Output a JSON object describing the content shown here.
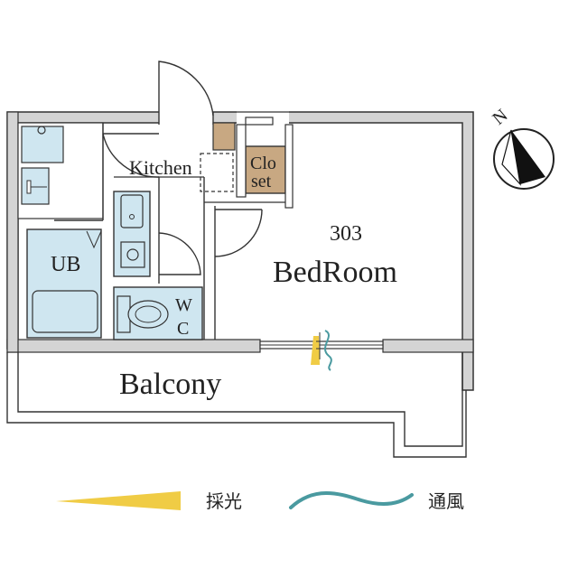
{
  "labels": {
    "kitchen": "Kitchen",
    "closet_line1": "Clo",
    "closet_line2": "set",
    "room_number": "303",
    "bedroom": "BedRoom",
    "ub": "UB",
    "wc_line1": "W",
    "wc_line2": "C",
    "balcony": "Balcony",
    "north": "N"
  },
  "legend": {
    "daylight": "採光",
    "ventilation": "通風"
  },
  "colors": {
    "wall": "#d4d4d4",
    "wall_stroke": "#333333",
    "fixture_fill": "#cfe6f0",
    "closet_fill": "#c8a882",
    "daylight": "#f0cc45",
    "ventilation": "#4a9aa0"
  },
  "icons": {
    "compass": "north-arrow-icon"
  }
}
